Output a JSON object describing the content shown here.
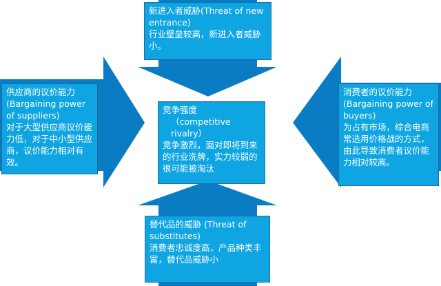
{
  "colors": {
    "box_fill": "#0fa5e3",
    "box_border": "#1a6f9c",
    "arrow_fill": "#0a7cc4",
    "text": "#ffffff"
  },
  "top": {
    "title": "新进入者威胁(Threat of new entrance)",
    "desc": "行业壁垒较高，新进入者威胁小。"
  },
  "left": {
    "title": "供应商的议价能力",
    "sub": "(Bargaining power of suppliers)",
    "desc": "对于大型供应商议价能力低，对于中小型供应商，议价能力相对有效。"
  },
  "right": {
    "title": "消费者的议价能力",
    "sub": "(Bargaining power of buyers)",
    "desc": "为占有市场，综合电商常选用价格战的方式，由此导致消费者议价能力相对较高。"
  },
  "center": {
    "title": "竞争强度",
    "sub": "（competitive rivalry）",
    "desc": "竞争激烈，面对即将到来的行业洗牌，实力较弱的很可能被淘汰"
  },
  "bottom": {
    "title": "替代品的威胁 (Threat of substitutes)",
    "desc": "消费者忠诚度高，产品种类丰富，替代品威胁小"
  }
}
